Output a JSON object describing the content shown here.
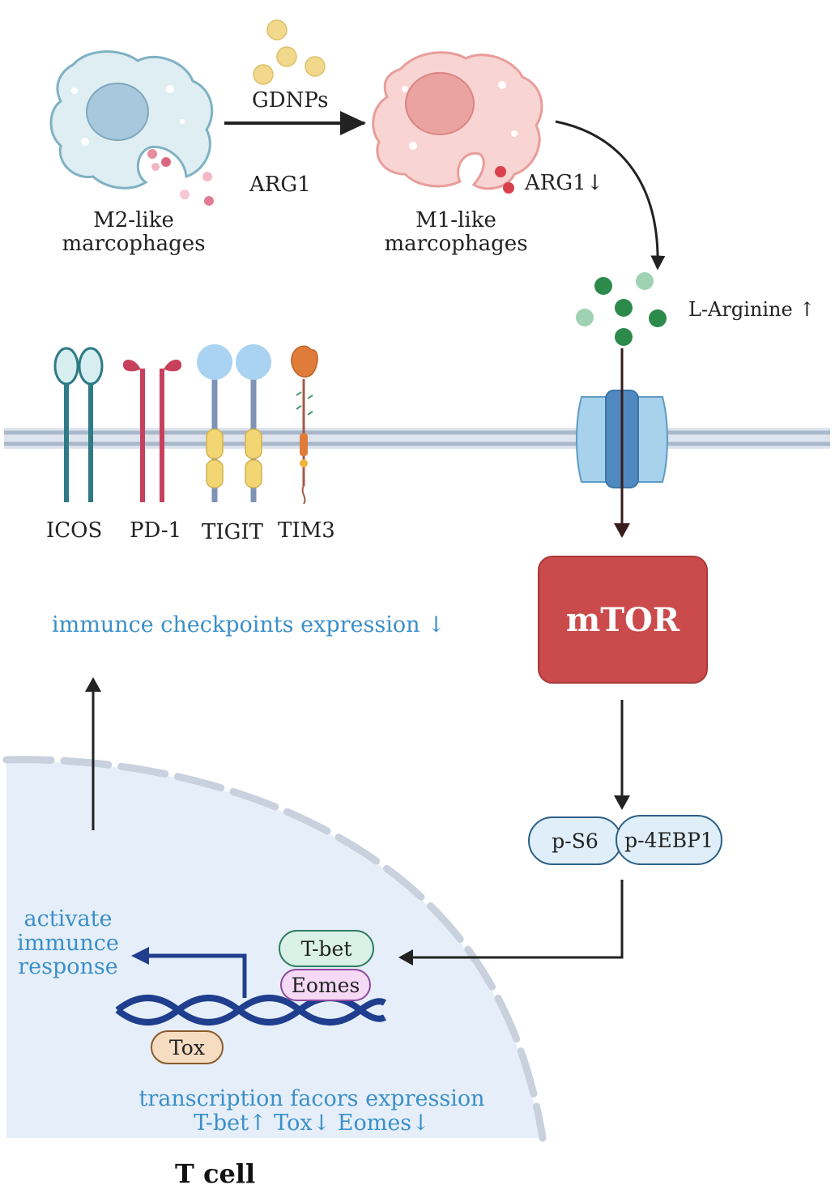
{
  "title": "",
  "macrophages": {
    "m2_label_line1": "M2-like",
    "m2_label_line2": "marcophages",
    "m1_label_line1": "M1-like",
    "m1_label_line2": "marcophages",
    "gdnps": "GDNPs",
    "arg1_m2": "ARG1",
    "arg1_m1": "ARG1↓",
    "l_arginine": "L-Arginine ↑"
  },
  "receptors": [
    "ICOS",
    "PD-1",
    "TIGIT",
    "TIM3"
  ],
  "signaling": {
    "mtor": "mTOR",
    "ps6": "p-S6",
    "p4ebp1": "p-4EBP1"
  },
  "nucleus": {
    "checkpoints": "immunce checkpoints expression ↓",
    "activate_line1": "activate",
    "activate_line2": "immunce",
    "activate_line3": "response",
    "tbet": "T-bet",
    "eomes": "Eomes",
    "tox": "Tox",
    "tf_line1": "transcription facors expression",
    "tf_line2": "T-bet↑ Tox↓  Eomes↓"
  },
  "cell_label": "T  cell",
  "colors": {
    "membrane": "#b7c3d3",
    "nucleus_fill": "#e6eff9",
    "nucleus_dash": "#c8d1dd",
    "mtor": "#cb4a4b",
    "text_blue": "#3a8fc9",
    "dna": "#1f3e8e",
    "m2_cell": "#dfeef2",
    "m1_cell": "#f8d4d2",
    "gdnp": "#f2d88a",
    "arginine_dark": "#2c8a4b",
    "arginine_light": "#9fd2b3"
  }
}
